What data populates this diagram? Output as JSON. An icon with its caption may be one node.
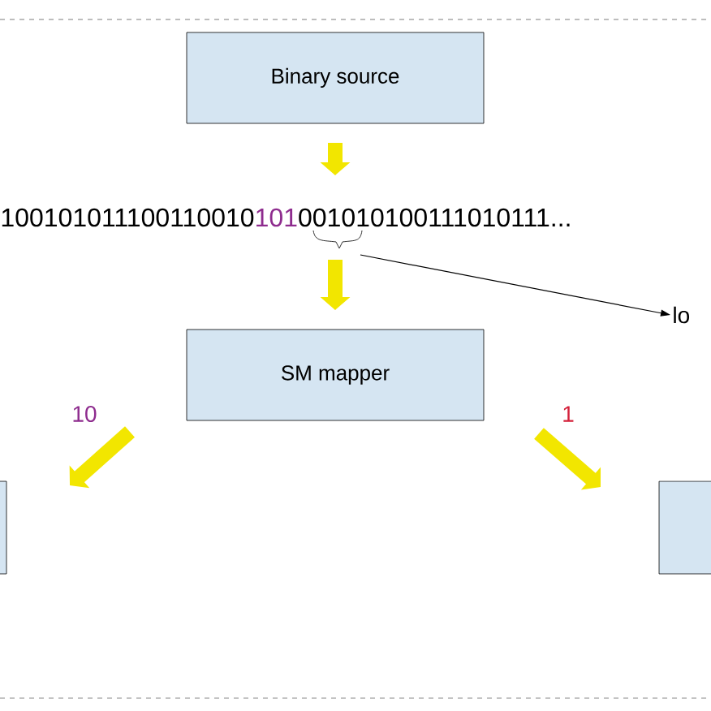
{
  "diagram": {
    "nodes": [
      {
        "text": [
          "Binary source"
        ]
      },
      {
        "text": [
          "100101011100110010",
          "101",
          "001010100111010111..."
        ]
      },
      {
        "text": [
          "lo"
        ]
      },
      {
        "text": [
          "SM mapper"
        ]
      },
      {
        "text": [],
        "shape": "box"
      },
      {
        "text": [],
        "shape": "box"
      }
    ],
    "edges": [
      {
        "from": 0,
        "to": 1,
        "arrow": "to"
      },
      {
        "from": 1,
        "to": 3,
        "arrow": "to"
      },
      {
        "from": 1,
        "to": 2,
        "arrow": "to",
        "color": "#000000"
      },
      {
        "from": 3,
        "to": 4,
        "arrow": "to",
        "label": "10"
      },
      {
        "from": 3,
        "to": 5,
        "arrow": "to",
        "label": "1"
      }
    ]
  }
}
